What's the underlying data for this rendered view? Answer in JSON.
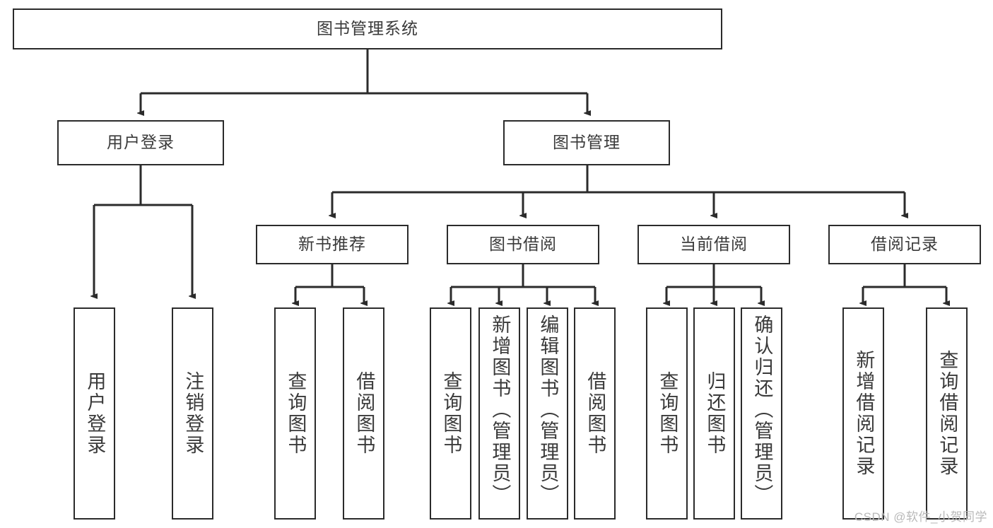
{
  "diagram": {
    "title": "图书管理系统",
    "watermark": "CSDN @软件_小贺同学",
    "colors": {
      "border": "#2b2b2b",
      "text": "#3a3a3a",
      "background": "#ffffff",
      "watermark": "#b9b9b9"
    },
    "levels": {
      "root": {
        "label": "图书管理系统"
      },
      "level2": [
        {
          "label": "用户登录"
        },
        {
          "label": "图书管理"
        }
      ],
      "level3": [
        {
          "label": "新书推荐"
        },
        {
          "label": "图书借阅"
        },
        {
          "label": "当前借阅"
        },
        {
          "label": "借阅记录"
        }
      ],
      "leaves": {
        "user_login": [
          {
            "label": "用户登录"
          },
          {
            "label": "注销登录"
          }
        ],
        "new_book_recommend": [
          {
            "label": "查询图书"
          },
          {
            "label": "借阅图书"
          }
        ],
        "book_borrow": [
          {
            "label": "查询图书"
          },
          {
            "label": "新增图书（管理员）"
          },
          {
            "label": "编辑图书（管理员）"
          },
          {
            "label": "借阅图书"
          }
        ],
        "current_borrow": [
          {
            "label": "查询图书"
          },
          {
            "label": "归还图书"
          },
          {
            "label": "确认归还（管理员）"
          }
        ],
        "borrow_record": [
          {
            "label": "新增借阅记录"
          },
          {
            "label": "查询借阅记录"
          }
        ]
      }
    }
  }
}
